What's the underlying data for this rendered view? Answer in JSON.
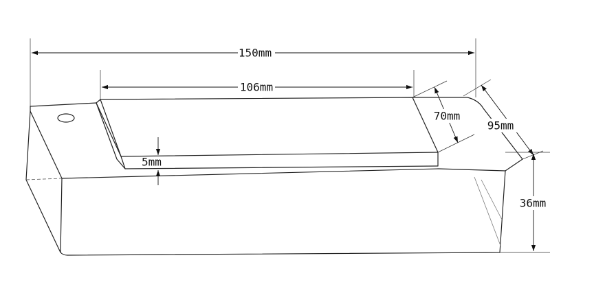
{
  "colors": {
    "line": "#222222",
    "background": "#ffffff"
  },
  "dimensions": {
    "overall_length": "150mm",
    "top_length": "106mm",
    "top_width": "70mm",
    "overall_width": "95mm",
    "top_thickness": "5mm",
    "height": "36mm"
  }
}
